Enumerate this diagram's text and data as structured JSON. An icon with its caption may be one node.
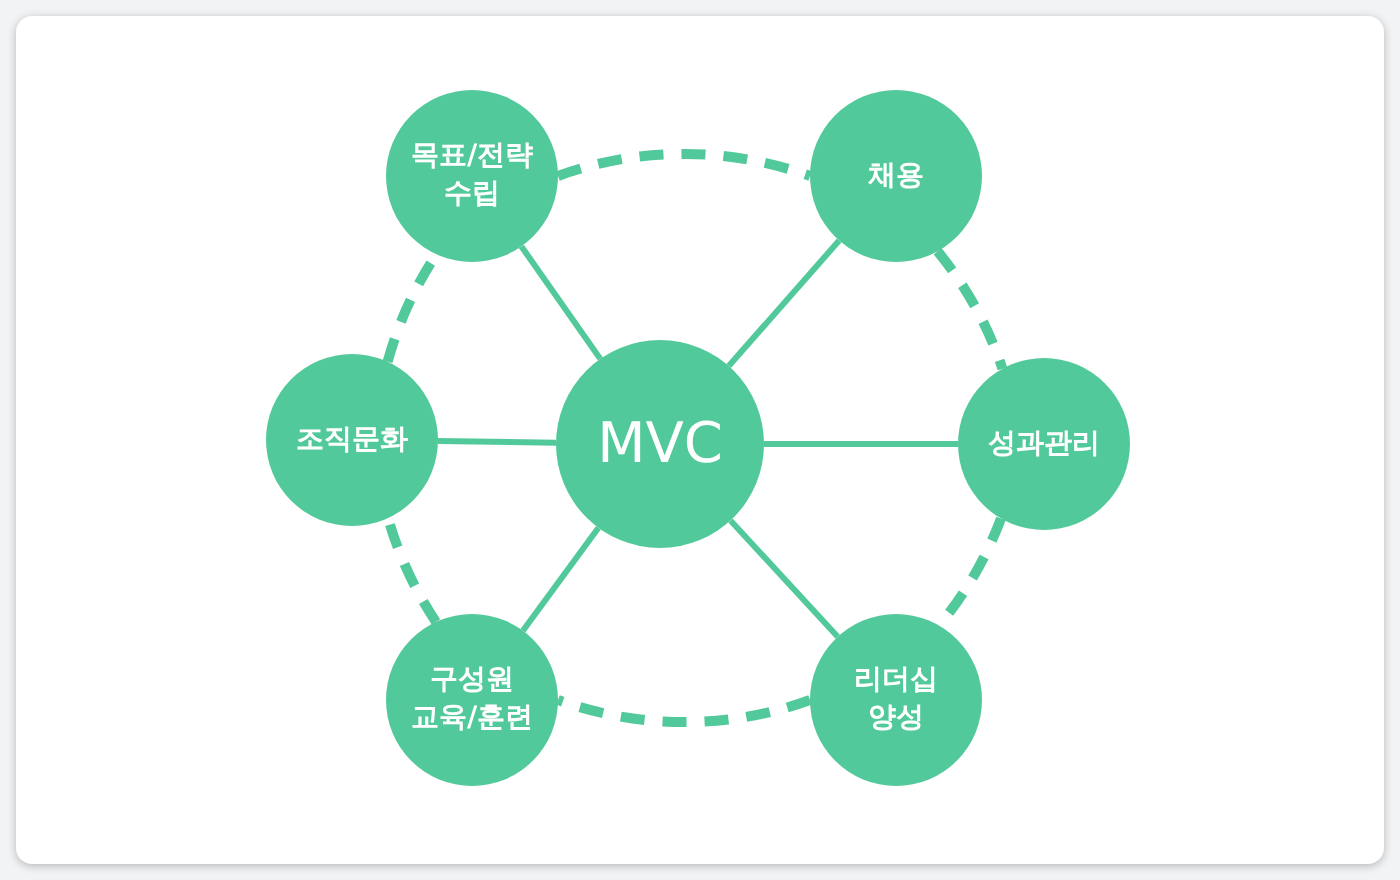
{
  "diagram": {
    "nodes": [
      {
        "text": [
          "목표/전략 수립"
        ]
      },
      {
        "text": [
          "채용"
        ]
      },
      {
        "text": [
          "조직문화"
        ]
      },
      {
        "text": [
          "MVC"
        ]
      },
      {
        "text": [
          "성과관리"
        ]
      },
      {
        "text": [
          "구성원 교육/훈련"
        ]
      },
      {
        "text": [
          "리더십 양성"
        ]
      }
    ],
    "edges": [
      {
        "from": 3,
        "to": 0,
        "arrow": "none"
      },
      {
        "from": 3,
        "to": 1,
        "arrow": "none"
      },
      {
        "from": 3,
        "to": 2,
        "arrow": "none"
      },
      {
        "from": 3,
        "to": 4,
        "arrow": "none"
      },
      {
        "from": 3,
        "to": 5,
        "arrow": "none"
      },
      {
        "from": 3,
        "to": 6,
        "arrow": "none"
      },
      {
        "from": 0,
        "to": 1,
        "arrow": "none",
        "style": "dashed"
      },
      {
        "from": 1,
        "to": 4,
        "arrow": "none",
        "style": "dashed"
      },
      {
        "from": 4,
        "to": 6,
        "arrow": "none",
        "style": "dashed"
      },
      {
        "from": 6,
        "to": 5,
        "arrow": "none",
        "style": "dashed"
      },
      {
        "from": 5,
        "to": 2,
        "arrow": "none",
        "style": "dashed"
      },
      {
        "from": 2,
        "to": 0,
        "arrow": "none",
        "style": "dashed"
      }
    ]
  }
}
